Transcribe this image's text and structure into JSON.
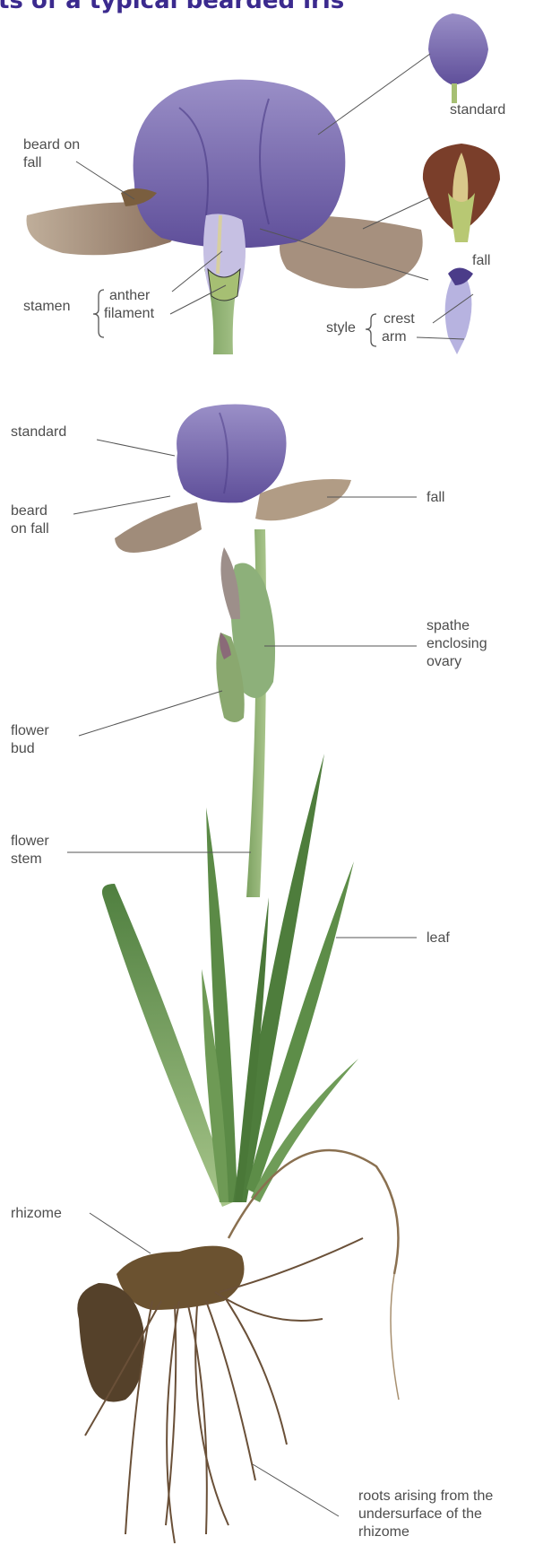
{
  "title": "ts of a typical bearded iris",
  "colors": {
    "title": "#3b2a8e",
    "petal_purple": "#7a6bb0",
    "fall_brown": "#8f7866",
    "leaf_green": "#5f8f4c",
    "rhizome_brown": "#5a4326",
    "label_text": "#4d4d4d"
  },
  "closeup": {
    "labels": {
      "beard_on_fall": "beard on\nfall",
      "stamen": "stamen",
      "anther": "anther",
      "filament": "filament",
      "style": "style",
      "crest": "crest",
      "arm": "arm"
    },
    "parts": {
      "standard": "standard",
      "fall": "fall"
    }
  },
  "whole_plant": {
    "labels": {
      "standard": "standard",
      "beard_on_fall": "beard\non fall",
      "fall": "fall",
      "spathe": "spathe\nenclosing\novary",
      "flower_bud": "flower\nbud",
      "flower_stem": "flower\nstem",
      "leaf": "leaf",
      "rhizome": "rhizome",
      "roots": "roots arising from the\nundersurface of the\nrhizome"
    }
  }
}
